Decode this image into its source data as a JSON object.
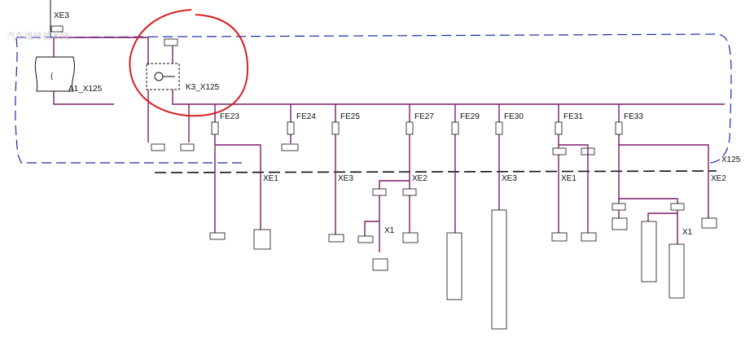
{
  "diagram": {
    "top_connector": "XE3",
    "module_a": "A1_X125",
    "module_k": "K3_X125",
    "x_label": "X125",
    "fuses": {
      "fe23": "FE23",
      "fe24": "FE24",
      "fe25": "FE25",
      "fe27": "FE27",
      "fe29": "FE29",
      "fe30": "FE30",
      "fe31": "FE31",
      "fe33": "FE33"
    },
    "connectors": {
      "xe1_a": "XE1",
      "xe3_a": "XE3",
      "xe2_a": "XE2",
      "xe3_b": "XE3",
      "xe1_b": "XE1",
      "xe2_b": "XE2",
      "x1_a": "X1",
      "x1_b": "X1"
    },
    "watermark": "汽车维修技术网",
    "colors": {
      "wire": "#7a1c6c",
      "frame": "#1a2ea8",
      "annotation": "#d82020"
    }
  }
}
